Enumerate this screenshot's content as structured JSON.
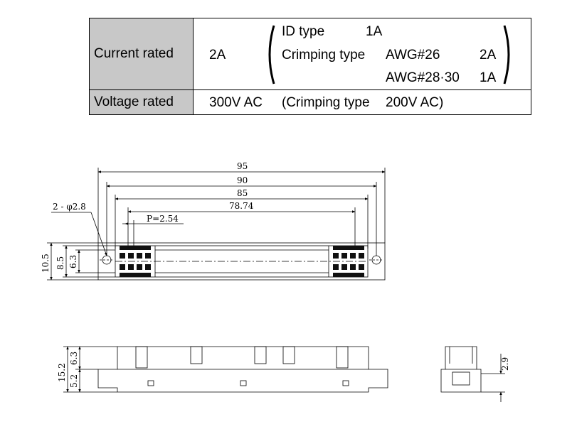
{
  "table": {
    "current": {
      "label": "Current rated",
      "value": "2A",
      "id_type": "ID type",
      "id_value": "1A",
      "crimping_type": "Crimping type",
      "awg26": "AWG#26",
      "awg26_value": "2A",
      "awg2830": "AWG#28·30",
      "awg2830_value": "1A"
    },
    "voltage": {
      "label": "Voltage rated",
      "value": "300V AC",
      "note": "(Crimping type",
      "note_value": "200V AC)"
    }
  },
  "dimensions": {
    "d95": "95",
    "d90": "90",
    "d85": "85",
    "d7874": "78.74",
    "pitch": "P=2.54",
    "holes": "2 - φ2.8",
    "h105": "10.5",
    "h85": "8.5",
    "h63top": "6.3",
    "s152": "15.2",
    "s63": "6.3",
    "s52": "5.2",
    "e29": "2.9"
  }
}
